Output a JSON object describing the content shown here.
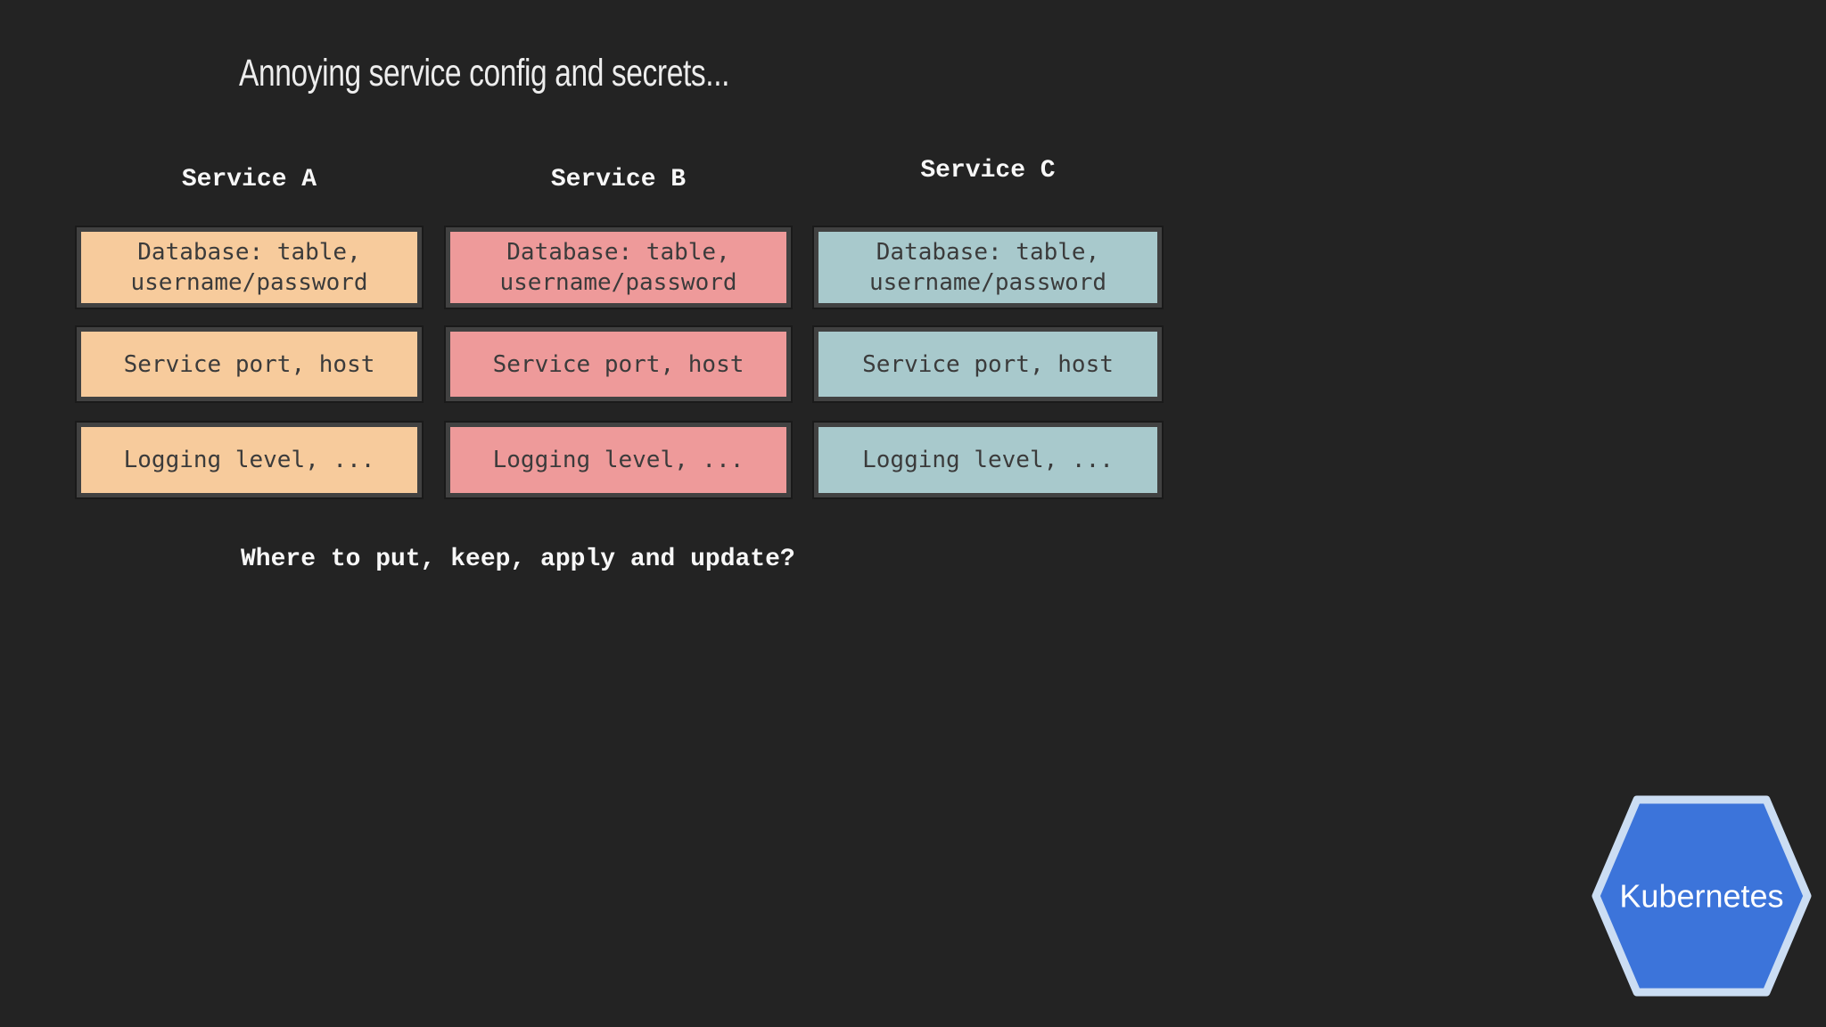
{
  "slide": {
    "title": "Annoying service config and secrets...",
    "question": "Where to put, keep, apply and update?",
    "background_color": "#232323"
  },
  "services": [
    {
      "name": "Service A",
      "box_color": "#F7CB9C",
      "items": [
        "Database: table, username/password",
        "Service port, host",
        "Logging level, ..."
      ]
    },
    {
      "name": "Service B",
      "box_color": "#EE9A9A",
      "items": [
        "Database: table, username/password",
        "Service port, host",
        "Logging level, ..."
      ]
    },
    {
      "name": "Service C",
      "box_color": "#A8C9CC",
      "items": [
        "Database: table, username/password",
        "Service port, host",
        "Logging level, ..."
      ]
    }
  ],
  "kubernetes": {
    "label": "Kubernetes",
    "fill_color": "#3C74DA",
    "border_color": "#CBDDF3"
  }
}
